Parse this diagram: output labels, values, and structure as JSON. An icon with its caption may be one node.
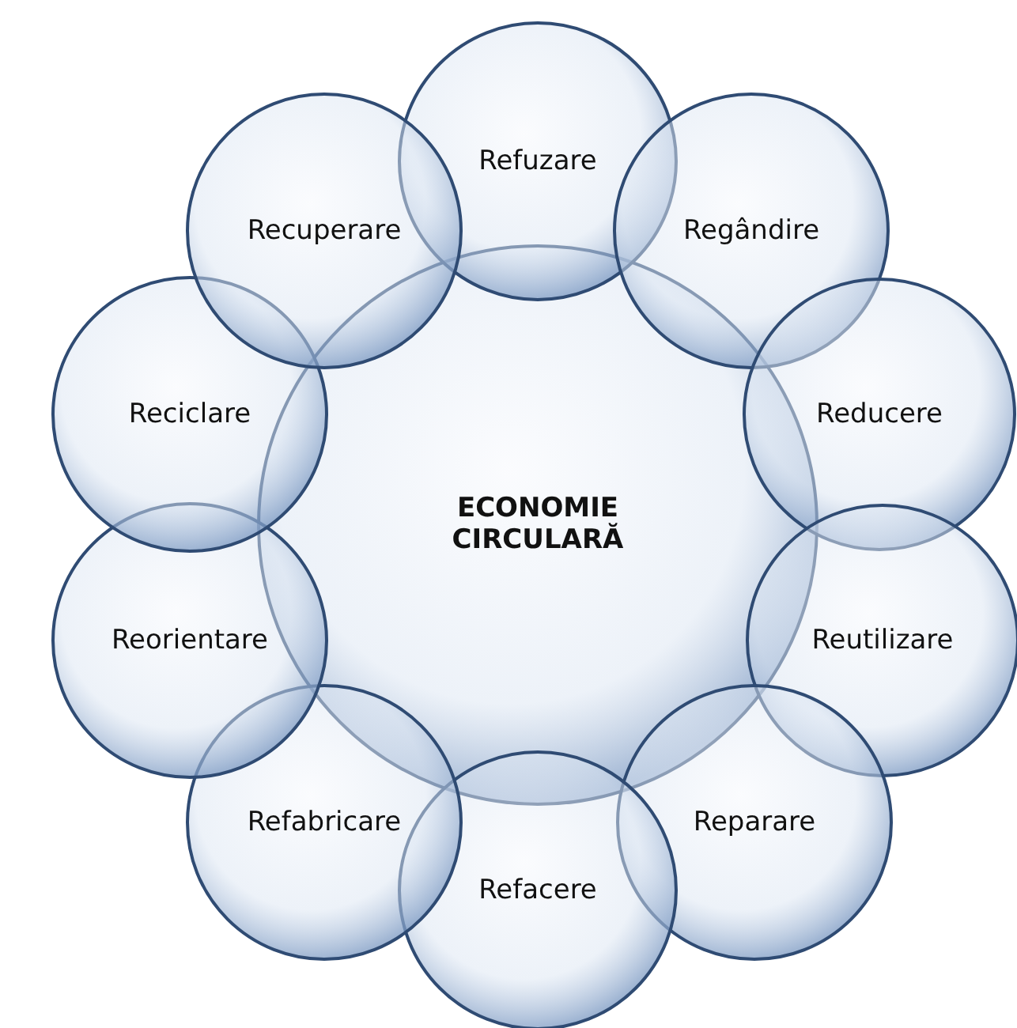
{
  "diagram": {
    "nodes": [
      {
        "text": [
          "ECONOMIE CIRCULARĂ"
        ]
      },
      {
        "text": [
          "Refuzare"
        ]
      },
      {
        "text": [
          "Regândire"
        ]
      },
      {
        "text": [
          "Reducere"
        ]
      },
      {
        "text": [
          "Reutilizare"
        ]
      },
      {
        "text": [
          "Reparare"
        ]
      },
      {
        "text": [
          "Refacere"
        ]
      },
      {
        "text": [
          "Refabricare"
        ]
      },
      {
        "text": [
          "Reorientare"
        ]
      },
      {
        "text": [
          "Reciclare"
        ]
      },
      {
        "text": [
          "Recuperare"
        ]
      }
    ]
  }
}
